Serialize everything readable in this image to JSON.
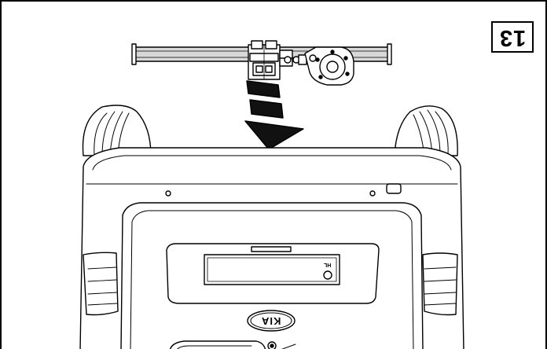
{
  "figure": {
    "step_number": "13",
    "brand_logo_text": "KIA",
    "plate_mark_text": "HL"
  },
  "colors": {
    "ink": "#000000",
    "bar_fill": "#d8d8d8",
    "arrow_fill": "#111111",
    "background": "#ffffff"
  },
  "icons": {
    "install_direction": "down-arrow-icon"
  }
}
